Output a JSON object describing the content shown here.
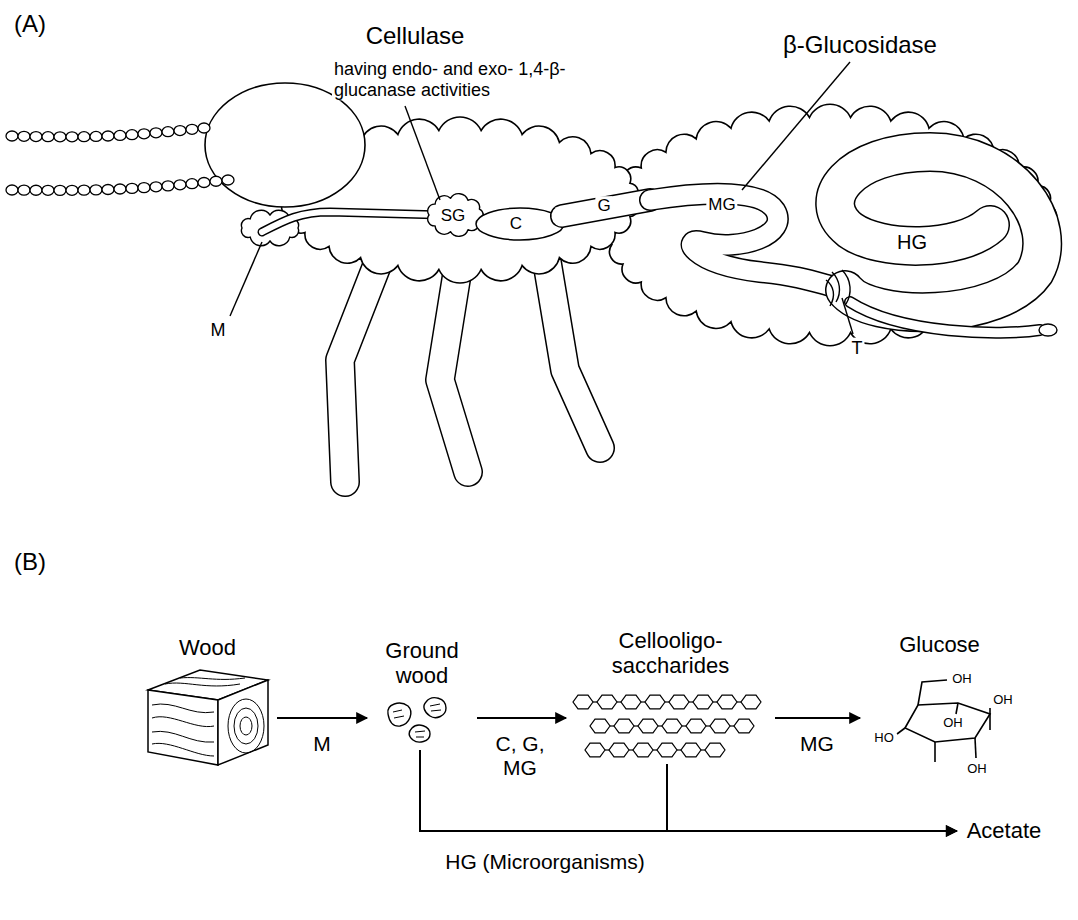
{
  "diagram": {
    "nodes": [
      {
        "text": [
          "Wood"
        ]
      },
      {
        "text": [
          "Ground wood"
        ]
      },
      {
        "text": [
          "Cellooligo- saccharides"
        ]
      },
      {
        "text": [
          "Glucose"
        ]
      },
      {
        "text": [
          "Acetate"
        ]
      }
    ],
    "edges": [
      {
        "from": 0,
        "to": 1,
        "arrow": "to",
        "label": "M"
      },
      {
        "from": 1,
        "to": 2,
        "arrow": "to",
        "label": "C, G, MG"
      },
      {
        "from": 2,
        "to": 3,
        "arrow": "to",
        "label": "MG"
      },
      {
        "from": 1,
        "to": 4,
        "arrow": "to",
        "label": "HG (Microorganisms)"
      },
      {
        "from": 2,
        "to": 4,
        "arrow": "to"
      }
    ],
    "labels": [
      "(A)",
      "Cellulase",
      "having endo- and exo- 1,4-β-glucanase activities",
      "β-Glucosidase",
      "SG",
      "C",
      "G",
      "MG",
      "HG",
      "M",
      "T",
      "(B)",
      "OH",
      "OH",
      "OH",
      "HO",
      "OH"
    ]
  }
}
